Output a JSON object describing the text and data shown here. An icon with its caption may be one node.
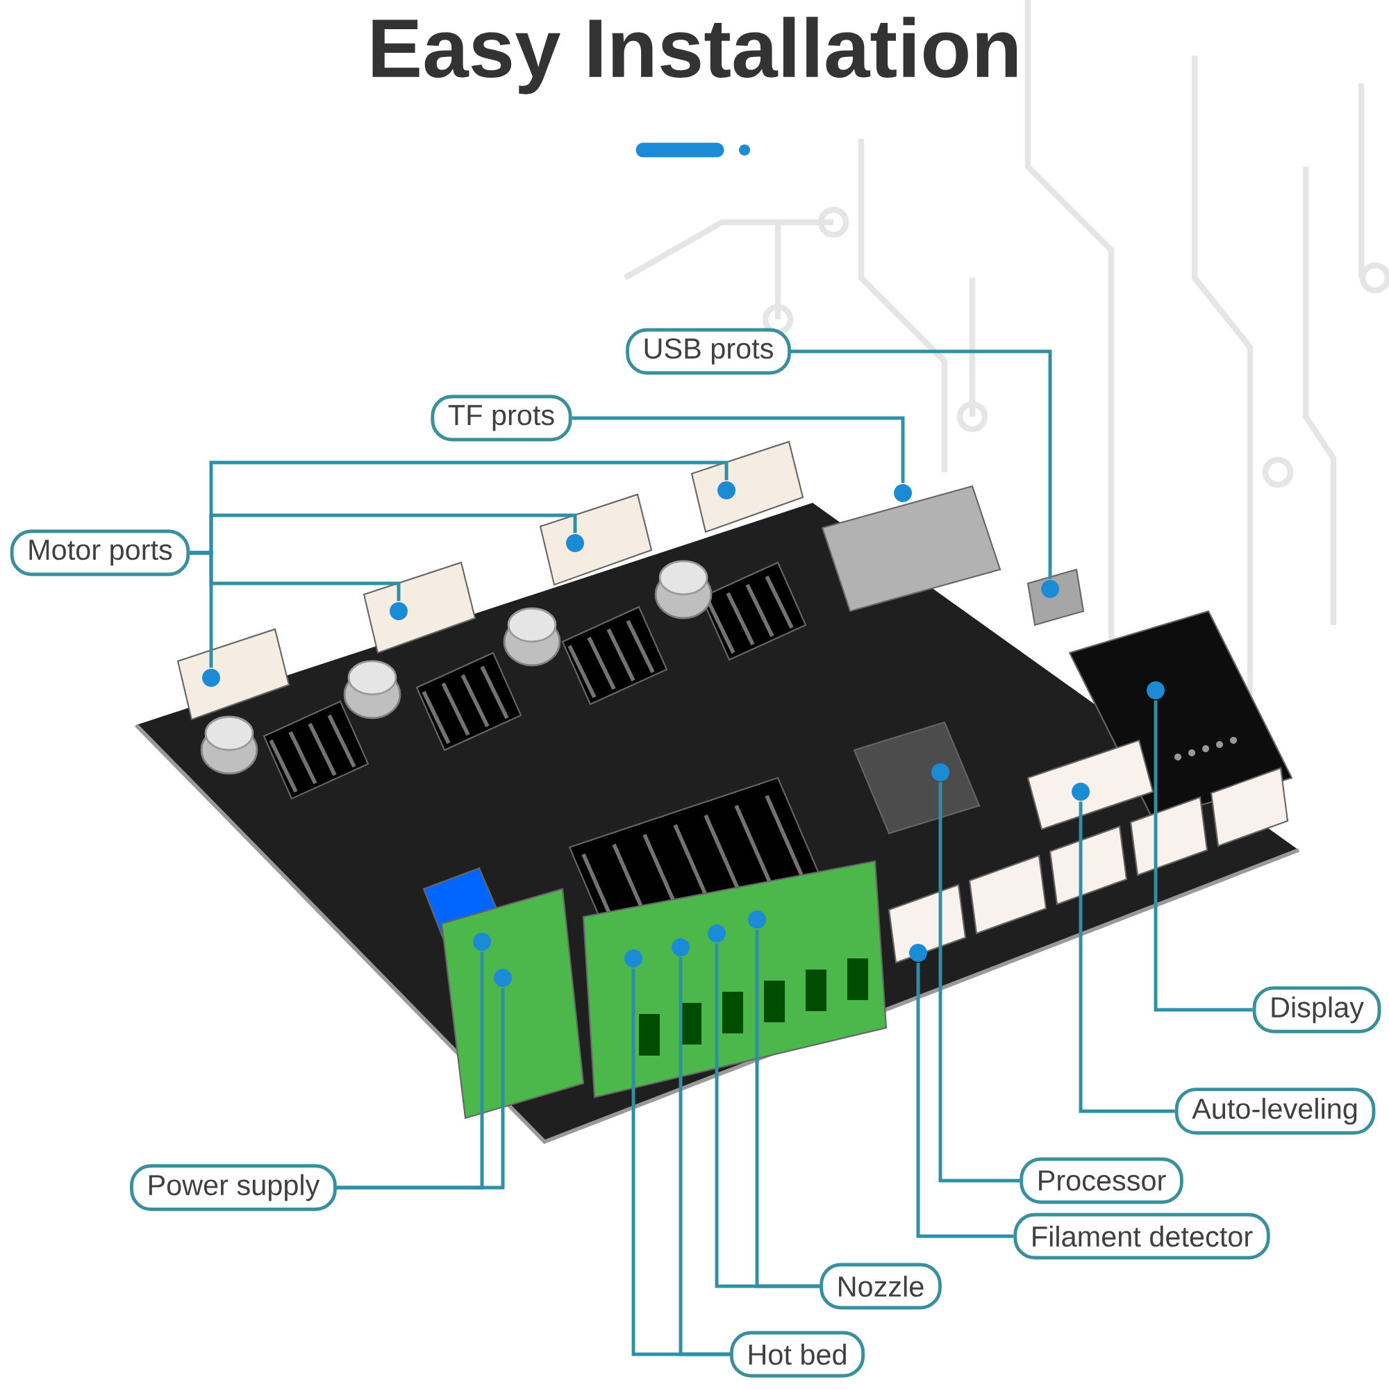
{
  "diagram": {
    "title": "Easy Installation",
    "nodes": [
      {
        "text": [
          "USB prots"
        ]
      },
      {
        "text": [
          "TF prots"
        ]
      },
      {
        "text": [
          "Motor ports"
        ]
      },
      {
        "text": [
          "Display"
        ]
      },
      {
        "text": [
          "Auto-leveling"
        ]
      },
      {
        "text": [
          "Processor"
        ]
      },
      {
        "text": [
          "Filament detector"
        ]
      },
      {
        "text": [
          "Power supply"
        ]
      },
      {
        "text": [
          "Nozzle"
        ]
      },
      {
        "text": [
          "Hot bed"
        ]
      },
      {
        "text": [],
        "shape": "circle"
      },
      {
        "text": [],
        "shape": "circle"
      },
      {
        "text": [],
        "shape": "circle"
      },
      {
        "text": [],
        "shape": "circle"
      },
      {
        "text": [],
        "shape": "circle"
      },
      {
        "text": [],
        "shape": "circle"
      },
      {
        "text": [],
        "shape": "circle"
      },
      {
        "text": [],
        "shape": "circle"
      },
      {
        "text": [],
        "shape": "circle"
      },
      {
        "text": [],
        "shape": "circle"
      },
      {
        "text": [],
        "shape": "circle"
      },
      {
        "text": [],
        "shape": "circle"
      },
      {
        "text": [],
        "shape": "circle"
      },
      {
        "text": [],
        "shape": "circle"
      },
      {
        "text": [],
        "shape": "circle"
      },
      {
        "text": [],
        "shape": "circle"
      }
    ],
    "edges": [
      {
        "from": 2,
        "to": 10,
        "arrow": "none"
      },
      {
        "from": 2,
        "to": 11,
        "arrow": "none"
      },
      {
        "from": 2,
        "to": 14,
        "arrow": "none"
      },
      {
        "from": 2,
        "to": 18,
        "arrow": "none"
      },
      {
        "from": 1,
        "to": 20,
        "arrow": "none"
      },
      {
        "from": 0,
        "to": 23,
        "arrow": "none"
      },
      {
        "from": 3,
        "to": 25,
        "arrow": "none"
      },
      {
        "from": 4,
        "to": 24,
        "arrow": "none"
      },
      {
        "from": 5,
        "to": 22,
        "arrow": "none"
      },
      {
        "from": 6,
        "to": 21,
        "arrow": "none"
      },
      {
        "from": 7,
        "to": 12,
        "arrow": "none"
      },
      {
        "from": 7,
        "to": 13,
        "arrow": "none"
      },
      {
        "from": 8,
        "to": 17,
        "arrow": "none"
      },
      {
        "from": 8,
        "to": 19,
        "arrow": "none"
      },
      {
        "from": 9,
        "to": 15,
        "arrow": "none"
      },
      {
        "from": 9,
        "to": 16,
        "arrow": "none"
      }
    ]
  }
}
